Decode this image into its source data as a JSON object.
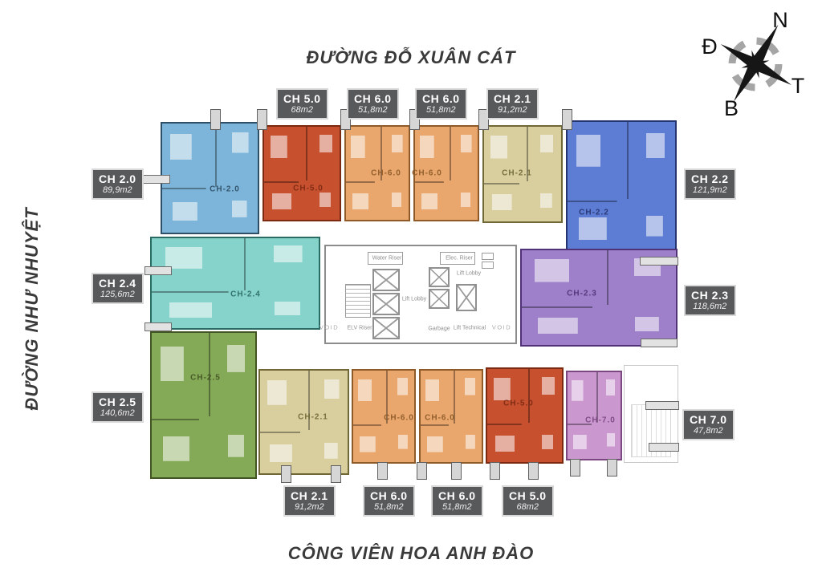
{
  "streets": {
    "top": "ĐƯỜNG ĐỖ XUÂN CÁT",
    "left": "ĐƯỜNG NHƯ NHUYỆT",
    "bottom": "CÔNG VIÊN HOA ANH ĐÀO"
  },
  "compass": {
    "n": "N",
    "d": "Đ",
    "t": "T",
    "b": "B"
  },
  "badges": {
    "top": [
      {
        "name": "CH 5.0",
        "area": "68m2"
      },
      {
        "name": "CH 6.0",
        "area": "51,8m2"
      },
      {
        "name": "CH 6.0",
        "area": "51,8m2"
      },
      {
        "name": "CH 2.1",
        "area": "91,2m2"
      }
    ],
    "left": [
      {
        "name": "CH 2.0",
        "area": "89,9m2"
      },
      {
        "name": "CH 2.4",
        "area": "125,6m2"
      },
      {
        "name": "CH 2.5",
        "area": "140,6m2"
      }
    ],
    "right": [
      {
        "name": "CH 2.2",
        "area": "121,9m2"
      },
      {
        "name": "CH 2.3",
        "area": "118,6m2"
      },
      {
        "name": "CH 7.0",
        "area": "47,8m2"
      }
    ],
    "bottom": [
      {
        "name": "CH 2.1",
        "area": "91,2m2"
      },
      {
        "name": "CH 6.0",
        "area": "51,8m2"
      },
      {
        "name": "CH 6.0",
        "area": "51,8m2"
      },
      {
        "name": "CH 5.0",
        "area": "68m2"
      }
    ]
  },
  "units": {
    "ch20": {
      "label": "CH-2.0"
    },
    "ch50t": {
      "label": "CH-5.0"
    },
    "ch60t1": {
      "label": "CH-6.0"
    },
    "ch60t2": {
      "label": "CH-6.0"
    },
    "ch21t": {
      "label": "CH-2.1"
    },
    "ch22": {
      "label": "CH-2.2"
    },
    "ch24": {
      "label": "CH-2.4"
    },
    "ch23": {
      "label": "CH-2.3"
    },
    "ch25": {
      "label": "CH-2.5"
    },
    "ch21b": {
      "label": "CH-2.1"
    },
    "ch60b1": {
      "label": "CH-6.0"
    },
    "ch60b2": {
      "label": "CH-6.0"
    },
    "ch50b": {
      "label": "CH-5.0"
    },
    "ch70": {
      "label": "CH-7.0"
    }
  },
  "core": {
    "lift_lobby": "Lift Lobby",
    "water_riser": "Water Riser",
    "elec_riser": "Elec. Riser",
    "elv_riser": "ELV Riser",
    "lift_technical": "Lift Technical",
    "garbage": "Garbage",
    "void": "VOID"
  },
  "colors": {
    "badge_bg": "#58595b",
    "street_text": "#3a3a3a",
    "units": {
      "ch20": {
        "fill": "#7cb5d9",
        "wall": "#2f4f66"
      },
      "ch50t": {
        "fill": "#c7502f",
        "wall": "#7c2912"
      },
      "ch60t1": {
        "fill": "#e9a76d",
        "wall": "#8d5a28"
      },
      "ch60t2": {
        "fill": "#e9a76d",
        "wall": "#8d5a28"
      },
      "ch21t": {
        "fill": "#d8ce9e",
        "wall": "#6f6836"
      },
      "ch22": {
        "fill": "#5d7cd4",
        "wall": "#25356f"
      },
      "ch24": {
        "fill": "#85d3cb",
        "wall": "#2a6b64"
      },
      "ch23": {
        "fill": "#9d80c9",
        "wall": "#523277"
      },
      "ch25": {
        "fill": "#84a957",
        "wall": "#435522"
      },
      "ch21b": {
        "fill": "#d8ce9e",
        "wall": "#6f6836"
      },
      "ch60b1": {
        "fill": "#e9a76d",
        "wall": "#8d5a28"
      },
      "ch60b2": {
        "fill": "#e9a76d",
        "wall": "#8d5a28"
      },
      "ch50b": {
        "fill": "#c7502f",
        "wall": "#7c2912"
      },
      "ch70": {
        "fill": "#ca97cf",
        "wall": "#7a4781"
      }
    }
  }
}
